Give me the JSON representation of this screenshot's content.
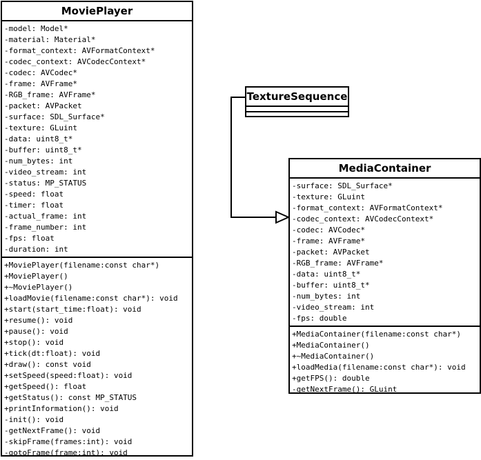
{
  "classes": {
    "movieplayer": {
      "name": "MoviePlayer",
      "attributes": [
        "-model: Model*",
        "-material: Material*",
        "-format_context: AVFormatContext*",
        "-codec_context: AVCodecContext*",
        "-codec: AVCodec*",
        "-frame: AVFrame*",
        "-RGB_frame: AVFrame*",
        "-packet: AVPacket",
        "-surface: SDL_Surface*",
        "-texture: GLuint",
        "-data: uint8_t*",
        "-buffer: uint8_t*",
        "-num_bytes: int",
        "-video_stream: int",
        "-status: MP_STATUS",
        "-speed: float",
        "-timer: float",
        "-actual_frame: int",
        "-frame_number: int",
        "-fps: float",
        "-duration: int"
      ],
      "operations": [
        "+MoviePlayer(filename:const char*)",
        "+MoviePlayer()",
        "+~MoviePlayer()",
        "+loadMovie(filename:const char*): void",
        "+start(start_time:float): void",
        "+resume(): void",
        "+pause(): void",
        "+stop(): void",
        "+tick(dt:float): void",
        "+draw(): const void",
        "+setSpeed(speed:float): void",
        "+getSpeed(): float",
        "+getStatus(): const MP_STATUS",
        "+printInformation(): void",
        "-init(): void",
        "-getNextFrame(): void",
        "-skipFrame(frames:int): void",
        "-gotoFrame(frame:int): void"
      ]
    },
    "texturesequence": {
      "name": "TextureSequence",
      "attributes": [],
      "operations": []
    },
    "mediacontainer": {
      "name": "MediaContainer",
      "attributes": [
        "-surface: SDL_Surface*",
        "-texture: GLuint",
        "-format_context: AVFormatContext*",
        "-codec_context: AVCodecContext*",
        "-codec: AVCodec*",
        "-frame: AVFrame*",
        "-packet: AVPacket",
        "-RGB_frame: AVFrame*",
        "-data: uint8_t*",
        "-buffer: uint8_t*",
        "-num_bytes: int",
        "-video_stream: int",
        "-fps: double"
      ],
      "operations": [
        "+MediaContainer(filename:const char*)",
        "+MediaContainer()",
        "+~MediaContainer()",
        "+loadMedia(filename:const char*): void",
        "+getFPS(): double",
        "-getNextFrame(): GLuint"
      ]
    }
  },
  "relationships": [
    {
      "type": "generalization",
      "from": "TextureSequence",
      "to": "MediaContainer"
    }
  ]
}
